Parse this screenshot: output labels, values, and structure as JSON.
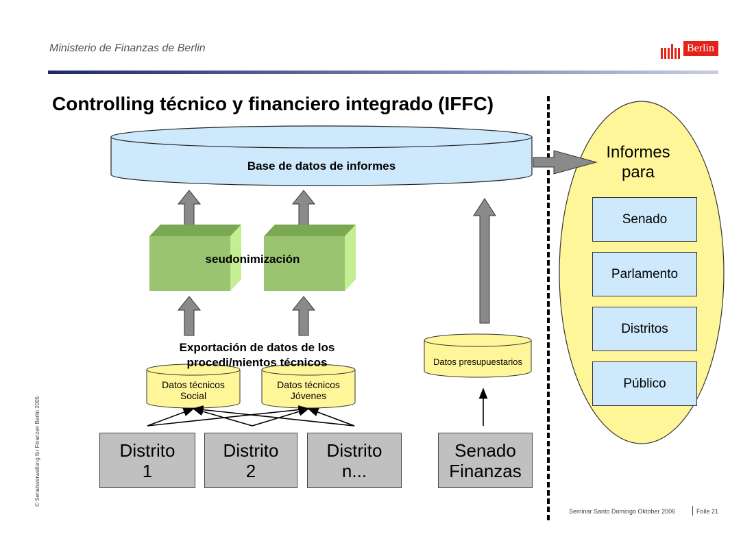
{
  "header": {
    "ministry": "Ministerio de Finanzas de Berlin",
    "logo_text": "Berlin",
    "logo_color": "#e2231a",
    "title": "Controlling técnico y financiero integrado (IFFC)"
  },
  "database": {
    "label": "Base de datos de informes"
  },
  "pseudonym": {
    "label": "seudonimización"
  },
  "export": {
    "line1": "Exportación de datos de los",
    "line2": "procedi/mientos técnicos"
  },
  "sources": {
    "social": {
      "line1": "Datos técnicos",
      "line2": "Social"
    },
    "youth": {
      "line1": "Datos técnicos",
      "line2": "Jóvenes"
    },
    "budget": {
      "label": "Datos presupuestarios"
    }
  },
  "districts": [
    {
      "line1": "Distrito",
      "line2": "1"
    },
    {
      "line1": "Distrito",
      "line2": "2"
    },
    {
      "line1": "Distrito",
      "line2": "n..."
    }
  ],
  "senate_finance": {
    "line1": "Senado",
    "line2": "Finanzas"
  },
  "reports": {
    "title_line1": "Informes",
    "title_line2": "para",
    "items": [
      "Senado",
      "Parlamento",
      "Distritos",
      "Público"
    ]
  },
  "footer": {
    "copyright": "© Senatsverwaltung für Finanzen Berlin 2005",
    "seminar": "Seminar Santo Domingo Oktober 2006",
    "slide": "Folie 21"
  },
  "colors": {
    "db_fill": "#cde9fb",
    "cylinder_fill": "#fff69a",
    "green_front": "#9bc470",
    "green_top": "#7ba852",
    "green_side": "#c3ee92",
    "arrow_fill": "#8a8a8a",
    "oval_fill": "#fff69a"
  }
}
